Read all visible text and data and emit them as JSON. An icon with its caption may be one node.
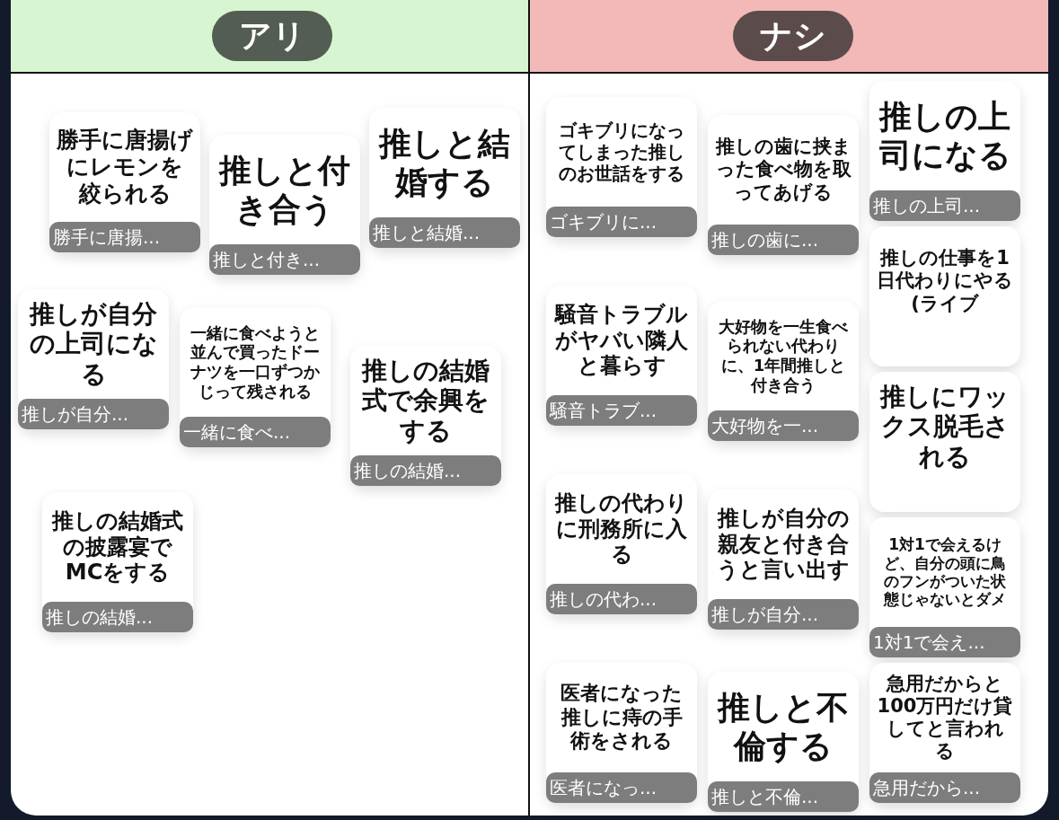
{
  "diagram": {
    "nodes": [
      {
        "text": [
          "アリ"
        ]
      },
      {
        "text": [
          "勝手に唐揚げにレモンを絞られる",
          "勝手に唐揚..."
        ],
        "in": 0
      },
      {
        "text": [
          "推しと付き合う",
          "推しと付き..."
        ],
        "in": 0
      },
      {
        "text": [
          "推しと結婚する",
          "推しと結婚..."
        ],
        "in": 0
      },
      {
        "text": [
          "推しが自分の上司になる",
          "推しが自分..."
        ],
        "in": 0
      },
      {
        "text": [
          "一緒に食べようと並んで買ったドーナツを一口ずつかじって残される",
          "一緒に食べ..."
        ],
        "in": 0
      },
      {
        "text": [
          "推しの結婚式で余興をする",
          "推しの結婚..."
        ],
        "in": 0
      },
      {
        "text": [
          "推しの結婚式の披露宴でMCをする",
          "推しの結婚..."
        ],
        "in": 0
      },
      {
        "text": [
          "ナシ"
        ]
      },
      {
        "text": [
          "ゴキブリになってしまった推しのお世話をする",
          "ゴキブリに..."
        ],
        "in": 8
      },
      {
        "text": [
          "推しの歯に挟まった食べ物を取ってあげる",
          "推しの歯に..."
        ],
        "in": 8
      },
      {
        "text": [
          "推しの上司になる",
          "推しの上司..."
        ],
        "in": 8
      },
      {
        "text": [
          "推しの仕事を1日代わりにやる(ライブ"
        ],
        "in": 8
      },
      {
        "text": [
          "騒音トラブルがヤバい隣人と暮らす",
          "騒音トラブ..."
        ],
        "in": 8
      },
      {
        "text": [
          "大好物を一生食べられない代わりに、1年間推しと付き合う",
          "大好物を一..."
        ],
        "in": 8
      },
      {
        "text": [
          "推しにワックス脱毛される"
        ],
        "in": 8
      },
      {
        "text": [
          "1対1で会えるけど、自分の頭に鳥のフンがついた状態じゃないとダメ",
          "1対1で会え..."
        ],
        "in": 8
      },
      {
        "text": [
          "推しの代わりに刑務所に入る",
          "推しの代わ..."
        ],
        "in": 8
      },
      {
        "text": [
          "推しが自分の親友と付き合うと言い出す",
          "推しが自分..."
        ],
        "in": 8
      },
      {
        "text": [
          "急用だからと100万円だけ貸してと言われる",
          "急用だから..."
        ],
        "in": 8
      },
      {
        "text": [
          "医者になった推しに痔の手術をされる",
          "医者になっ..."
        ],
        "in": 8
      },
      {
        "text": [
          "推しと不倫する",
          "推しと不倫..."
        ],
        "in": 8
      }
    ]
  }
}
